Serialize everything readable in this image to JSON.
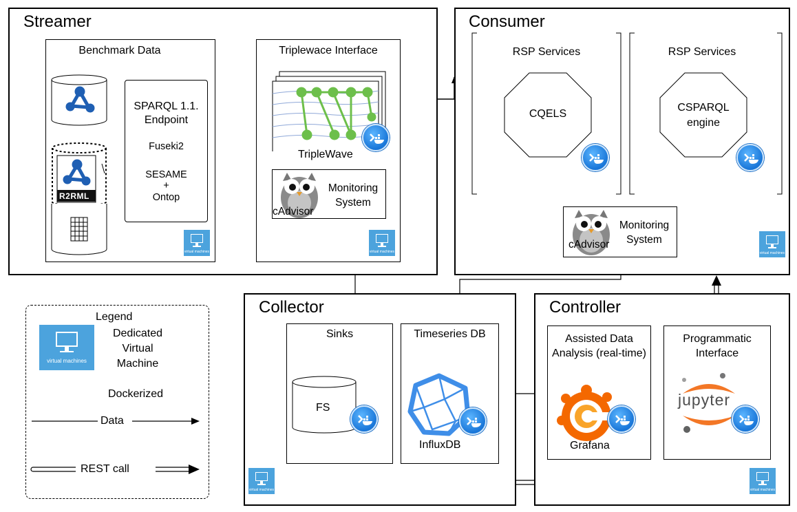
{
  "streamer": {
    "title": "Streamer",
    "benchmark_data": "Benchmark Data",
    "sparql_endpoint": "SPARQL 1.1. Endpoint",
    "fuseki": "Fuseki2",
    "sesame": "SESAME",
    "plus": "+",
    "ontop": "Ontop",
    "r2rml": "R2RML",
    "triplewave_interface": "Triplewace Interface",
    "triplewave": "TripleWave",
    "monitoring": "Monitoring System",
    "cadvisor": "cAdvisor"
  },
  "consumer": {
    "title": "Consumer",
    "rsp_services": "RSP Services",
    "cqels": "CQELS",
    "csparql": "CSPARQL engine",
    "monitoring": "Monitoring System",
    "cadvisor": "cAdvisor"
  },
  "collector": {
    "title": "Collector",
    "sinks": "Sinks",
    "fs": "FS",
    "timeseries": "Timeseries DB",
    "influxdb": "InfluxDB"
  },
  "controller": {
    "title": "Controller",
    "assisted": "Assisted Data Analysis (real-time)",
    "grafana": "Grafana",
    "programmatic": "Programmatic Interface",
    "jupyter": "jupyter"
  },
  "legend": {
    "title": "Legend",
    "vm_label": "Dedicated Virtual Machine",
    "dockerized": "Dockerized",
    "data": "Data",
    "rest": "REST call",
    "vm_icon_text": "virtual machines"
  },
  "colors": {
    "vm_blue": "#4ca3dd",
    "docker_blue": "#1976d8",
    "triplewave_green": "#6dbf4b",
    "grafana_orange": "#f46800",
    "jupyter_orange": "#f37726",
    "influx_blue": "#3f8ee8"
  }
}
